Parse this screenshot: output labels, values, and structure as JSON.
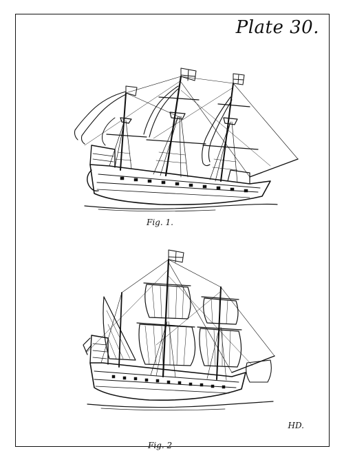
{
  "plate": {
    "title": "Plate 30."
  },
  "figures": [
    {
      "caption": "Fig. 1."
    },
    {
      "caption": "Fig. 2"
    }
  ],
  "artist_monogram": "HD.",
  "colors": {
    "ink": "#111111",
    "paper": "#ffffff"
  }
}
